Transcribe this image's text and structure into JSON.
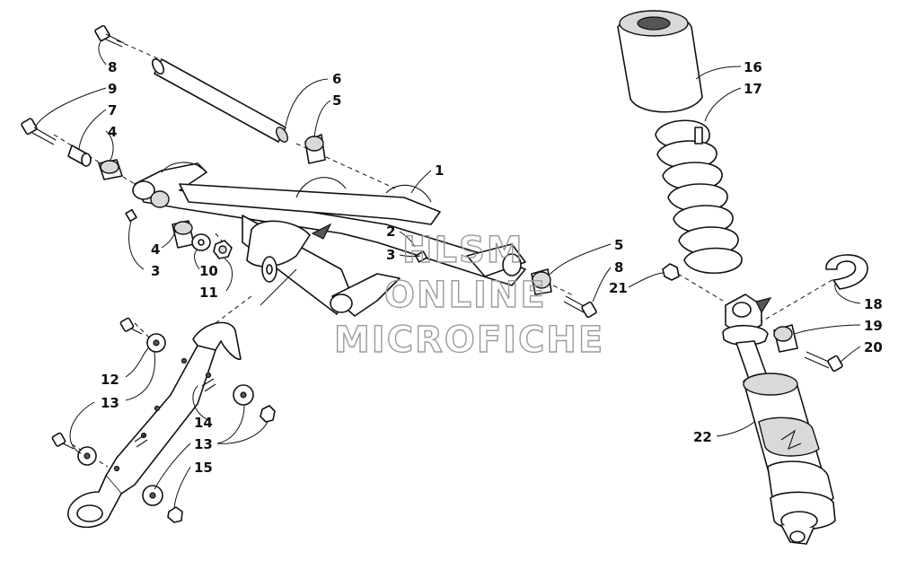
{
  "watermark": {
    "line1": "HLSM",
    "line2": "ONLINE",
    "line3": "MICROFICHE"
  },
  "callouts": [
    {
      "id": "c8a",
      "text": "8"
    },
    {
      "id": "c9",
      "text": "9"
    },
    {
      "id": "c7",
      "text": "7"
    },
    {
      "id": "c4a",
      "text": "4"
    },
    {
      "id": "c6",
      "text": "6"
    },
    {
      "id": "c5a",
      "text": "5"
    },
    {
      "id": "c1",
      "text": "1"
    },
    {
      "id": "c2",
      "text": "2"
    },
    {
      "id": "c3a",
      "text": "3"
    },
    {
      "id": "c4b",
      "text": "4"
    },
    {
      "id": "c3b",
      "text": "3"
    },
    {
      "id": "c10",
      "text": "10"
    },
    {
      "id": "c11",
      "text": "11"
    },
    {
      "id": "c5b",
      "text": "5"
    },
    {
      "id": "c8b",
      "text": "8"
    },
    {
      "id": "c21",
      "text": "21"
    },
    {
      "id": "c16",
      "text": "16"
    },
    {
      "id": "c17",
      "text": "17"
    },
    {
      "id": "c18",
      "text": "18"
    },
    {
      "id": "c19",
      "text": "19"
    },
    {
      "id": "c20",
      "text": "20"
    },
    {
      "id": "c22",
      "text": "22"
    },
    {
      "id": "c12",
      "text": "12"
    },
    {
      "id": "c13a",
      "text": "13"
    },
    {
      "id": "c14",
      "text": "14"
    },
    {
      "id": "c13b",
      "text": "13"
    },
    {
      "id": "c15",
      "text": "15"
    }
  ]
}
